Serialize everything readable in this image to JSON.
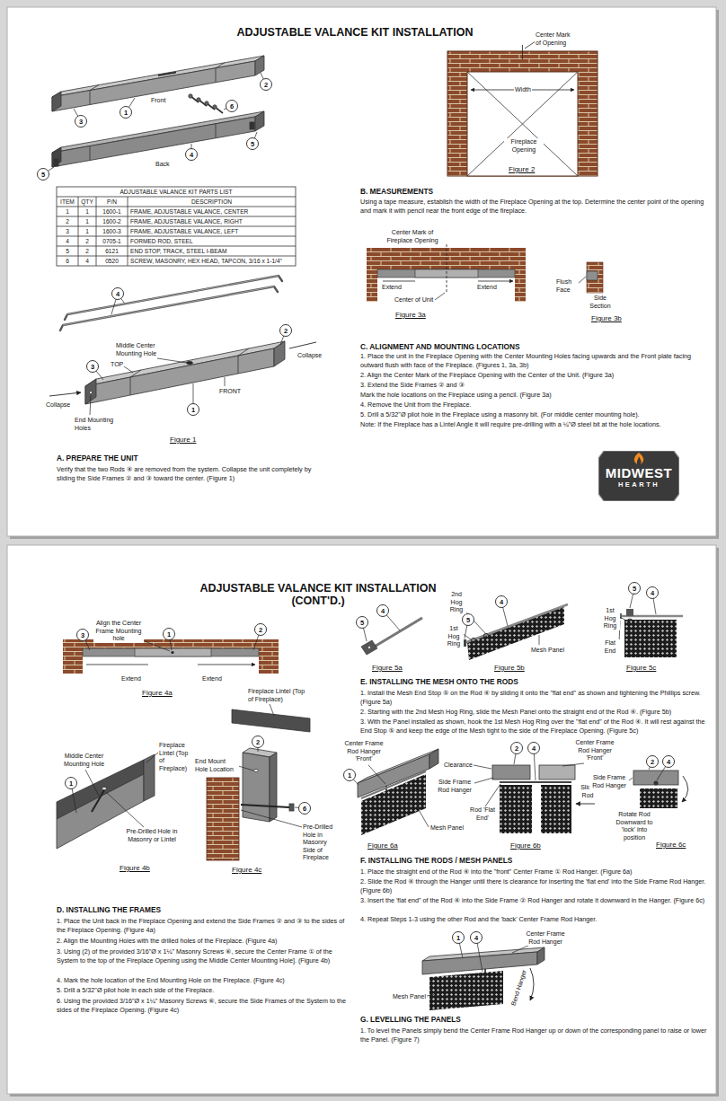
{
  "diagram": {
    "title": "ADJUSTABLE VALANCE KIT INSTALLATION",
    "nodes": [
      {
        "text": [
          "MIDWEST",
          "HEARTH"
        ]
      }
    ],
    "labels": [
      "2",
      "3",
      "1",
      "Front",
      "6",
      "4",
      "5",
      "Back",
      "5",
      "ADJUSTABLE VALANCE KIT PARTS LIST",
      "ITEM",
      "QTY",
      "P/N",
      "DESCRIPTION",
      "1",
      "1",
      "1600-1",
      "FRAME, ADJUSTABLE VALANCE, CENTER",
      "2",
      "1",
      "1600-2",
      "FRAME, ADJUSTABLE VALANCE, RIGHT",
      "3",
      "1",
      "1600-3",
      "FRAME, ADJUSTABLE VALANCE, LEFT",
      "4",
      "2",
      "0705-1",
      "FORMED ROD, STEEL",
      "5",
      "2",
      "6121",
      "END STOP, TRACK, STEEL I-BEAM",
      "6",
      "4",
      "0520",
      "SCREW, MASONRY, HEX HEAD, TAPCON, 3/16 x 1-1/4\"",
      "4",
      "2",
      "3",
      "Middle Center Mounting Hole",
      "TOP",
      "Collapse",
      "Collapse",
      "FRONT",
      "1",
      "End Mounting Holes",
      "Figure 1",
      "A. PREPARE THE UNIT",
      "Verify that the two Rods ④ are removed from the system. Collapse the unit completely by sliding the Side Frames ② and ③ toward the center. (Figure 1)",
      "Center Mark of Opening",
      "Width",
      "Fireplace Opening",
      "Figure 2",
      "B. MEASUREMENTS",
      "Using a tape measure, establish the width of the Fireplace Opening at the top. Determine the center point of the opening and mark it with pencil near the front edge of the fireplace.",
      "Center Mark of Fireplace Opening",
      "Extend",
      "Extend",
      "Center of Unit",
      "Figure 3a",
      "Flush Face",
      "Side Section",
      "Figure 3b",
      "C. ALIGNMENT AND MOUNTING LOCATIONS",
      "1. Place the unit in the Fireplace Opening with the Center Mounting Holes facing upwards and the Front plate facing outward flush with face of the Fireplace. (Figures 1, 3a, 3b)",
      "2. Align the Center Mark of the Fireplace Opening with the Center of the Unit. (Figure 3a)",
      "3. Extend the Side Frames ② and ③",
      "Mark the hole locations on the Fireplace using a pencil. (Figure 3a)",
      "4. Remove the Unit from the Fireplace.",
      "5. Drill a 5/32\"Ø pilot hole in the Fireplace using a masonry bit. (For middle center mounting hole).",
      "Note: If the Fireplace has a Lintel Angle it will require pre-drilling with a ¼\"Ø steel bit at the hole locations.",
      "ADJUSTABLE VALANCE KIT INSTALLATION",
      "(CONT'D.)",
      "Align the Center Frame Mounting hole",
      "3",
      "1",
      "2",
      "Extend",
      "Extend",
      "Figure 4a",
      "Middle Center Mounting Hole",
      "1",
      "Fireplace Lintel (Top of Fireplace)",
      "Pre-Drilled Hole in Masonry or Lintel",
      "Figure 4b",
      "Fireplace Lintel (Top of Fireplace)",
      "2",
      "End Mount Hole Location",
      "6",
      "Pre-Drilled Hole in Masonry Side of Fireplace",
      "Figure 4c",
      "D. INSTALLING THE FRAMES",
      "1. Place the Unit back in the Fireplace Opening and extend the Side Frames ② and ③ to the sides of the Fireplace Opening. (Figure 4a)",
      "2. Align the Mounting Holes with the drilled holes of the Fireplace. (Figure 4a)",
      "3. Using (2) of the provided 3/16\"Ø x 1¼\" Masonry Screws ⑥, secure the Center Frame ① of the System to the top of the Fireplace Opening using the Middle Center Mounting Hole]. (Figure 4b)",
      "4. Mark the hole location of the End Mounting Hole on the Fireplace. (Figure 4c)",
      "5. Drill a 5/32\"Ø pilot hole in each side of the Fireplace.",
      "6. Using the provided 3/16\"Ø x 1¼\" Masonry Screws ⑥, secure the Side Frames of the System to the sides of the Fireplace Opening. (Figure 4c)",
      "5",
      "4",
      "Figure 5a",
      "2nd Hog Ring",
      "4",
      "5",
      "1st Hog Ring",
      "Mesh Panel",
      "Figure 5b",
      "5",
      "4",
      "1st Hog Ring",
      "Flat End",
      "Figure 5c",
      "E. INSTALLING THE MESH ONTO THE RODS",
      "1. Install the Mesh End Stop ⑤ on the Rod ④ by sliding it onto the \"flat end\" as shown and tightening the Phillips screw. (Figure 5a)",
      "2. Starting with the 2nd Mesh Hog Ring, slide the Mesh Panel onto the straight end of the Rod ④. (Figure 5b)",
      "3. With the Panel installed as shown, hook the 1st Mesh Hog Ring over the \"flat end\" of the Rod ④. It will rest against the End Stop ⑤ and keep the edge of the Mesh tight to the side of the Fireplace Opening. (Figure 5c)",
      "Center Frame Rod Hanger 'Front'",
      "1",
      "Mesh Panel",
      "Figure 6a",
      "2",
      "4",
      "Center Frame Rod Hanger 'Front'",
      "Clearance",
      "Side Frame Rod Hanger",
      "Rod 'Flat End'",
      "Slide Rod",
      "Figure 6b",
      "2",
      "4",
      "Side Frame Rod Hanger",
      "Rotate Rod Downward to 'lock' into position",
      "Figure 6c",
      "F. INSTALLING THE RODS / MESH PANELS",
      "1. Place the straight end of the Rod ④ into the \"front\" Center Frame ① Rod Hanger. (Figure 6a)",
      "2. Slide the Rod ④ through the Hanger until there is clearance for inserting the 'flat end' into the Side Frame Rod Hanger. (Figure 6b)",
      "3. Insert the 'flat end\" of the Rod ④ into the Side Frame ② Rod Hanger and rotate it downward in the Hanger. (Figure 6c)",
      "4. Repeat Steps 1-3 using the other Rod and the 'back' Center Frame Rod Hanger.",
      "1",
      "4",
      "Center Frame Rod Hanger",
      "Mesh Panel",
      "Bend Hanger",
      "G. LEVELLING THE PANELS",
      "1. To level the Panels simply bend the Center Frame Rod Hanger up or down of the corresponding panel to raise or lower the Panel. (Figure 7)"
    ]
  }
}
